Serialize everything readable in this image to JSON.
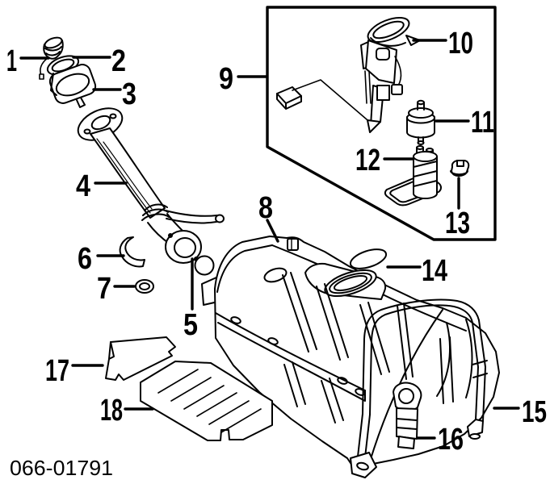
{
  "colors": {
    "ink": "#000000",
    "paper": "#ffffff"
  },
  "figure": {
    "code": "066-01791",
    "callouts": [
      {
        "label": "1"
      },
      {
        "label": "2"
      },
      {
        "label": "3"
      },
      {
        "label": "4"
      },
      {
        "label": "5"
      },
      {
        "label": "6"
      },
      {
        "label": "7"
      },
      {
        "label": "8"
      },
      {
        "label": "9"
      },
      {
        "label": "10"
      },
      {
        "label": "11"
      },
      {
        "label": "12"
      },
      {
        "label": "13"
      },
      {
        "label": "14"
      },
      {
        "label": "15"
      },
      {
        "label": "16"
      },
      {
        "label": "17"
      },
      {
        "label": "18"
      }
    ]
  }
}
